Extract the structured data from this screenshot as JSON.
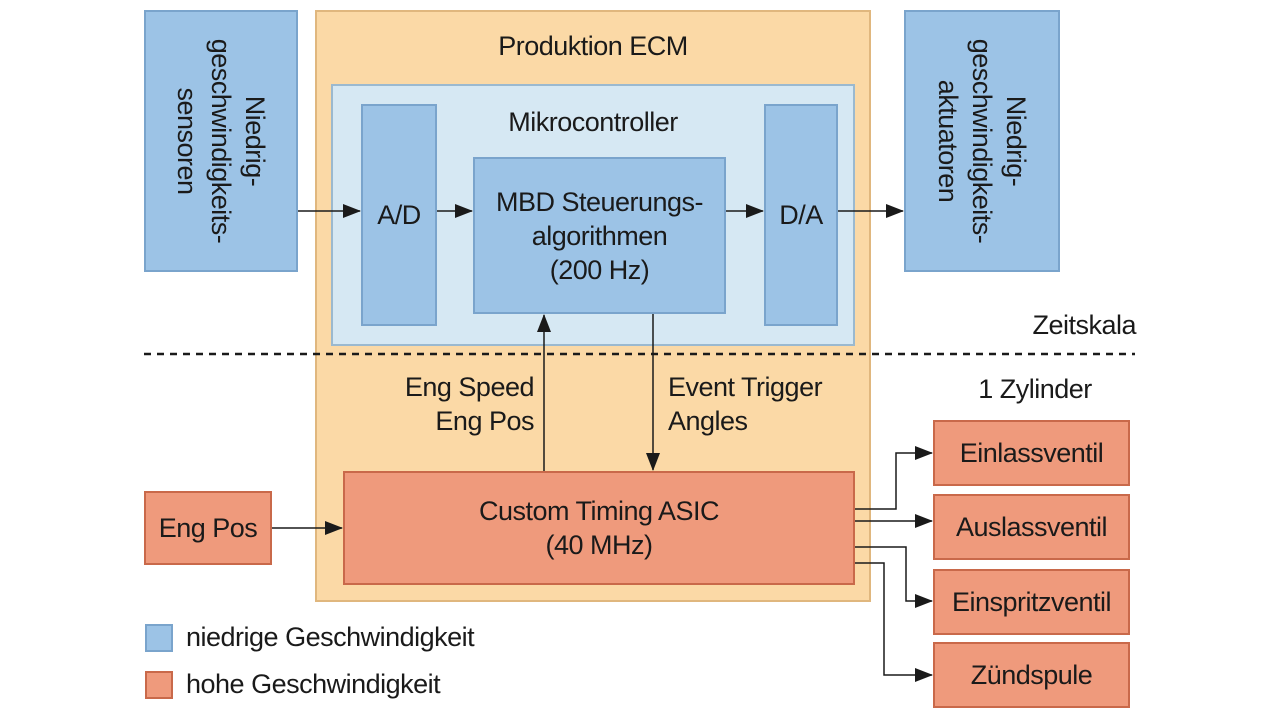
{
  "diagram": {
    "ecm_title": "Produktion ECM",
    "microcontroller_title": "Mikrocontroller",
    "sensors_label": "Niedrig-\ngeschwindigkeits-\nsensoren",
    "actuators_label": "Niedrig-\ngeschwindigkeits-\naktuatoren",
    "ad_label": "A/D",
    "da_label": "D/A",
    "mbd_label": "MBD Steuerungs-\nalgorithmen\n(200 Hz)",
    "timescale_label": "Zeitskala",
    "eng_speed_label": "Eng Speed\nEng Pos",
    "event_trigger_label": "Event Trigger\nAngles",
    "cylinder_label": "1 Zylinder",
    "asic_label": "Custom Timing ASIC\n(40 MHz)",
    "eng_pos_input_label": "Eng Pos",
    "outputs": [
      "Einlassventil",
      "Auslassventil",
      "Einspritzventil",
      "Zündspule"
    ],
    "legend": [
      {
        "label": "niedrige Geschwindigkeit",
        "color": "#9cc3e6"
      },
      {
        "label": "hohe Geschwindigkeit",
        "color": "#ef9a7c"
      }
    ]
  }
}
